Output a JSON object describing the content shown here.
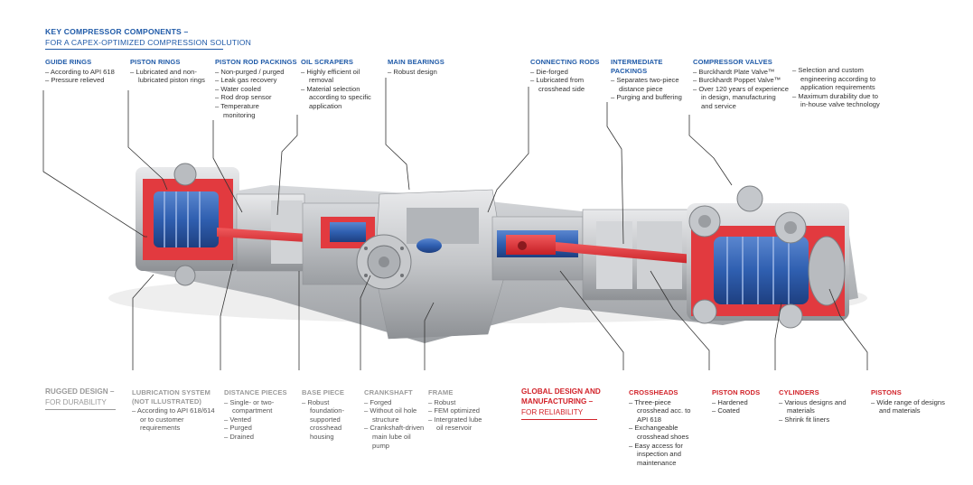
{
  "header": {
    "title": "KEY COMPRESSOR COMPONENTS –",
    "subtitle": "FOR A CAPEX-OPTIMIZED COMPRESSION SOLUTION"
  },
  "colors": {
    "blue": "#1f5aa8",
    "red": "#d2232a",
    "grey": "#9a9a9a",
    "metal": "#c9cbce",
    "cutaway_red": "#e23a3f",
    "cylinder_blue": "#2f5fb0"
  },
  "top_labels": [
    {
      "title": "GUIDE RINGS",
      "lines": [
        "– According to API 618",
        "– Pressure relieved"
      ]
    },
    {
      "title": "PISTON RINGS",
      "lines": [
        "– Lubricated and non-",
        "lubricated piston rings"
      ]
    },
    {
      "title": "PISTON ROD PACKINGS",
      "lines": [
        "– Non-purged / purged",
        "– Leak gas recovery",
        "– Water cooled",
        "– Rod drop sensor",
        "– Temperature",
        "monitoring"
      ]
    },
    {
      "title": "OIL SCRAPERS",
      "lines": [
        "– Highly efficient oil",
        "removal",
        "– Material selection",
        "according to specific",
        "application"
      ]
    },
    {
      "title": "MAIN BEARINGS",
      "lines": [
        "– Robust design"
      ]
    },
    {
      "title": "CONNECTING RODS",
      "lines": [
        "– Die-forged",
        "– Lubricated from",
        "crosshead side"
      ]
    },
    {
      "title": "INTERMEDIATE",
      "title2": "PACKINGS",
      "lines": [
        "– Separates two-piece",
        "distance piece",
        "– Purging and buffering"
      ]
    },
    {
      "title": "COMPRESSOR VALVES",
      "lines": [
        "– Burckhardt Plate Valve™",
        "– Burckhardt Poppet Valve™",
        "– Over 120 years of experience",
        "in design, manufacturing",
        "and service"
      ]
    },
    {
      "title": "",
      "lines": [
        "– Selection and custom",
        "engineering according to",
        "application requirements",
        "– Maximum durability due to",
        "in-house valve technology"
      ]
    }
  ],
  "rugged": {
    "title": "RUGGED DESIGN –",
    "subtitle": "FOR DURABILITY"
  },
  "global": {
    "title1": "GLOBAL DESIGN AND",
    "title2": "MANUFACTURING –",
    "subtitle": "FOR RELIABILITY"
  },
  "bottom_grey": [
    {
      "title": "LUBRICATION SYSTEM",
      "title2": "(NOT ILLUSTRATED)",
      "lines": [
        "– According to API 618/614",
        "or to customer",
        "requirements"
      ]
    },
    {
      "title": "DISTANCE PIECES",
      "lines": [
        "– Single- or two-",
        "compartment",
        "– Vented",
        "– Purged",
        "– Drained"
      ]
    },
    {
      "title": "BASE PIECE",
      "lines": [
        "– Robust",
        "foundation-",
        "supported",
        "crosshead",
        "housing"
      ]
    },
    {
      "title": "CRANKSHAFT",
      "lines": [
        "– Forged",
        "– Without oil hole",
        "structure",
        "– Crankshaft-driven",
        "main lube oil",
        "pump"
      ]
    },
    {
      "title": "FRAME",
      "lines": [
        "– Robust",
        "– FEM optimized",
        "– Intergrated lube",
        "oil reservoir"
      ]
    }
  ],
  "bottom_red": [
    {
      "title": "CROSSHEADS",
      "lines": [
        "– Three-piece",
        "crosshead acc. to",
        "API 618",
        "– Exchangeable",
        "crosshead shoes",
        "– Easy access for",
        "inspection and",
        "maintenance"
      ]
    },
    {
      "title": "PISTON RODS",
      "lines": [
        "– Hardened",
        "– Coated"
      ]
    },
    {
      "title": "CYLINDERS",
      "lines": [
        "– Various designs and",
        "materials",
        "– Shrink fit liners"
      ]
    },
    {
      "title": "PISTONS",
      "lines": [
        "– Wide range of designs",
        "and materials"
      ]
    }
  ]
}
